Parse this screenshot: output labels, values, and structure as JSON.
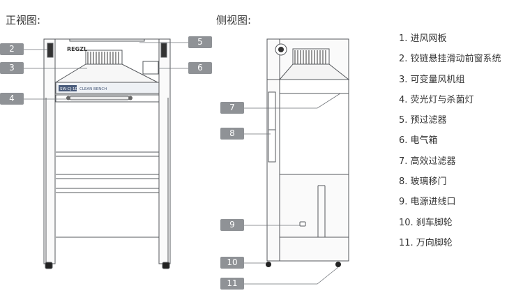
{
  "titles": {
    "front": "正视图:",
    "side": "侧视图:"
  },
  "front": {
    "logo": "REGZL",
    "model_label": "SW-CJ-1D",
    "bench_label": "CLEAN BENCH"
  },
  "callouts": {
    "c1": "2",
    "c2": "3",
    "c3": "4",
    "c4": "5",
    "c5": "6",
    "c6": "7",
    "c7": "8",
    "c8": "9",
    "c9": "10",
    "c10": "11"
  },
  "legend": [
    "1. 进风网板",
    "2. 铰链悬挂滑动前窗系统",
    "3. 可变量风机组",
    "4. 荧光灯与杀菌灯",
    "5. 预过滤器",
    "6. 电气箱",
    "7. 高效过滤器",
    "8. 玻璃移门",
    "9. 电源进线口",
    "10. 刹车脚轮",
    "11. 万向脚轮"
  ]
}
